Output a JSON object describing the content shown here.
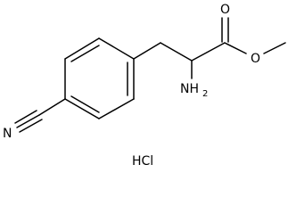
{
  "structure": {
    "atoms": {
      "nitrile_n": "N",
      "amine_main": "NH",
      "amine_subscript": "2",
      "carbonyl_o": "O",
      "ester_o": "O"
    },
    "salt": "HCl"
  },
  "colors": {
    "bond": "#000000",
    "text": "#000000",
    "background": "#ffffff"
  }
}
